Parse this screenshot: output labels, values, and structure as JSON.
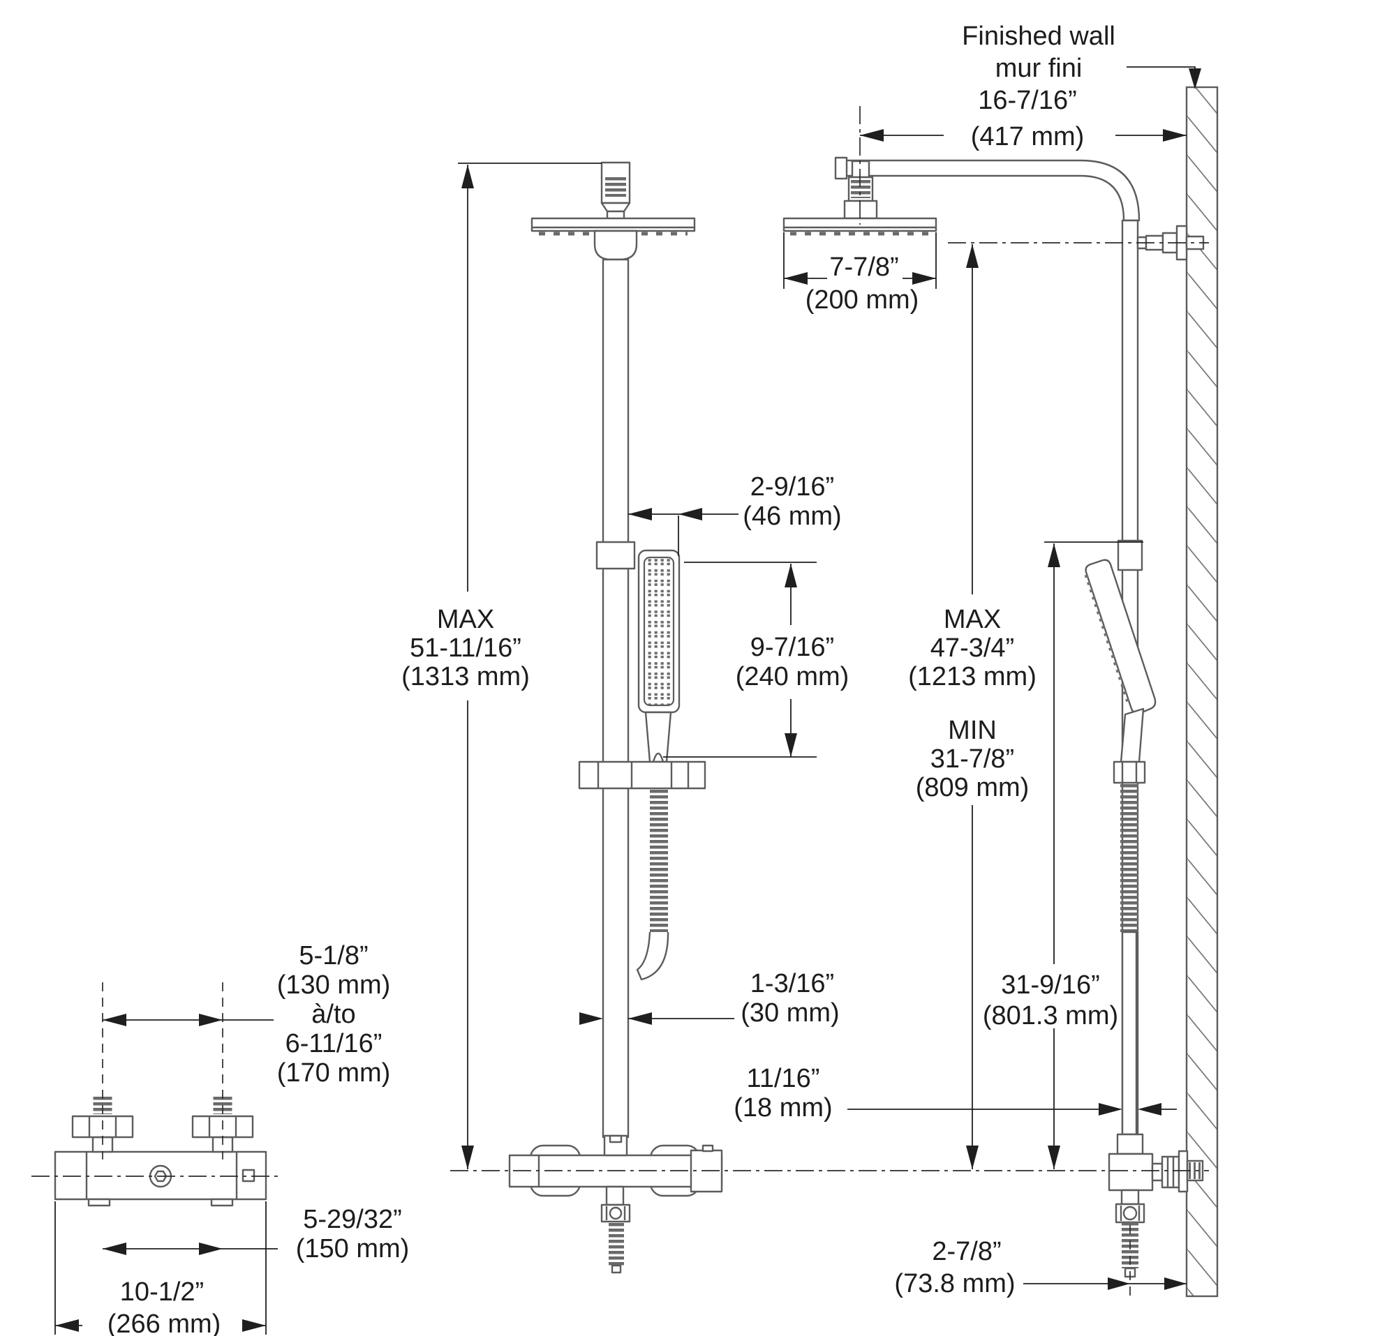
{
  "wall_label": {
    "line1": "Finished wall",
    "line2": "mur fini"
  },
  "dims": {
    "arm_reach": {
      "in": "16-7/16”",
      "mm": "(417 mm)"
    },
    "head_width": {
      "in": "7-7/8”",
      "mm": "(200 mm)"
    },
    "wand_width": {
      "in": "2-9/16”",
      "mm": "(46 mm)"
    },
    "wand_length": {
      "in": "9-7/16”",
      "mm": "(240 mm)"
    },
    "overall_height": {
      "label": "MAX",
      "in": "51-11/16”",
      "mm": "(1313 mm)"
    },
    "column_max": {
      "label": "MAX",
      "in": "47-3/4”",
      "mm": "(1213 mm)"
    },
    "column_min": {
      "label": "MIN",
      "in": "31-7/8”",
      "mm": "(809 mm)"
    },
    "bar_height": {
      "in": "31-9/16”",
      "mm": "(801.3 mm)"
    },
    "riser_width": {
      "in": "1-3/16”",
      "mm": "(30 mm)"
    },
    "riser_depth": {
      "in": "11/16”",
      "mm": "(18 mm)"
    },
    "inlet_min": {
      "in": "5-1/8”",
      "mm": "(130 mm)"
    },
    "inlet_to": "à/to",
    "inlet_max": {
      "in": "6-11/16”",
      "mm": "(170 mm)"
    },
    "inlet_centers": {
      "in": "5-29/32”",
      "mm": "(150 mm)"
    },
    "valve_width": {
      "in": "10-1/2”",
      "mm": "(266 mm)"
    },
    "outlet_offset": {
      "in": "2-7/8”",
      "mm": "(73.8 mm)"
    }
  }
}
